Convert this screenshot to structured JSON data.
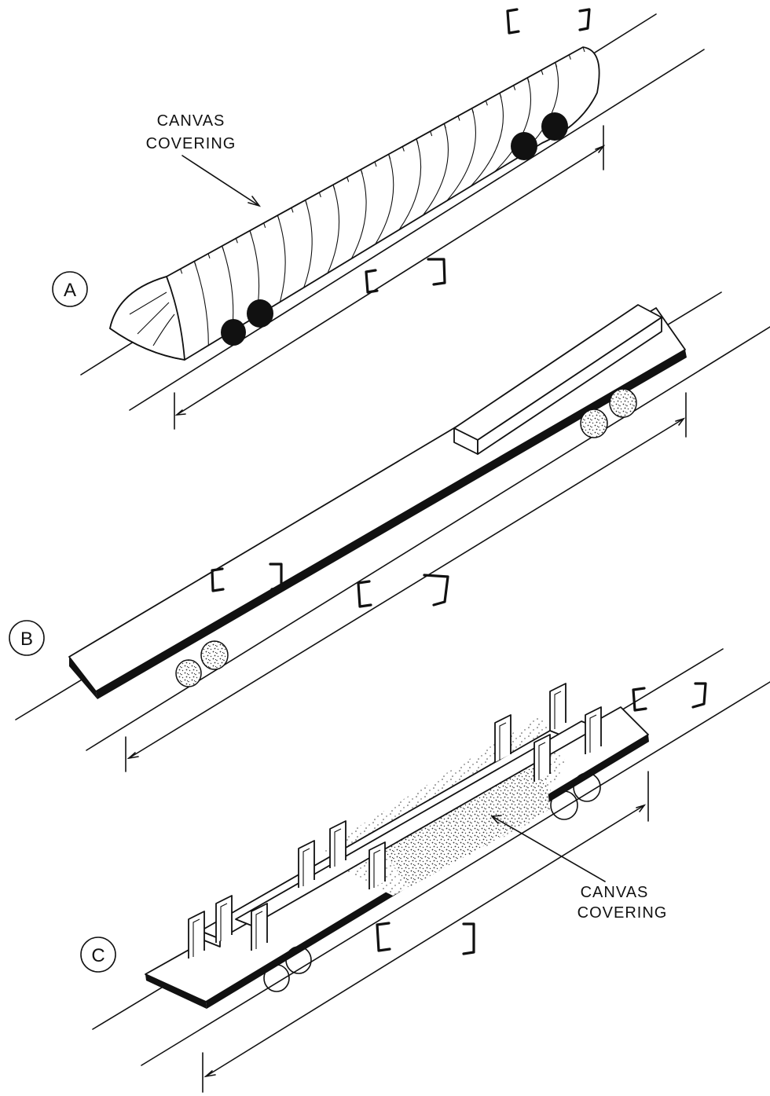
{
  "figure": {
    "panels": [
      {
        "id": "A",
        "letter": "A"
      },
      {
        "id": "B",
        "letter": "B"
      },
      {
        "id": "C",
        "letter": "C"
      }
    ],
    "labels": {
      "canvas_covering_a": [
        "CANVAS",
        "COVERING"
      ],
      "canvas_covering_c": [
        "CANVAS",
        "COVERING"
      ]
    },
    "colors": {
      "ink": "#111111",
      "paper": "#ffffff"
    }
  }
}
